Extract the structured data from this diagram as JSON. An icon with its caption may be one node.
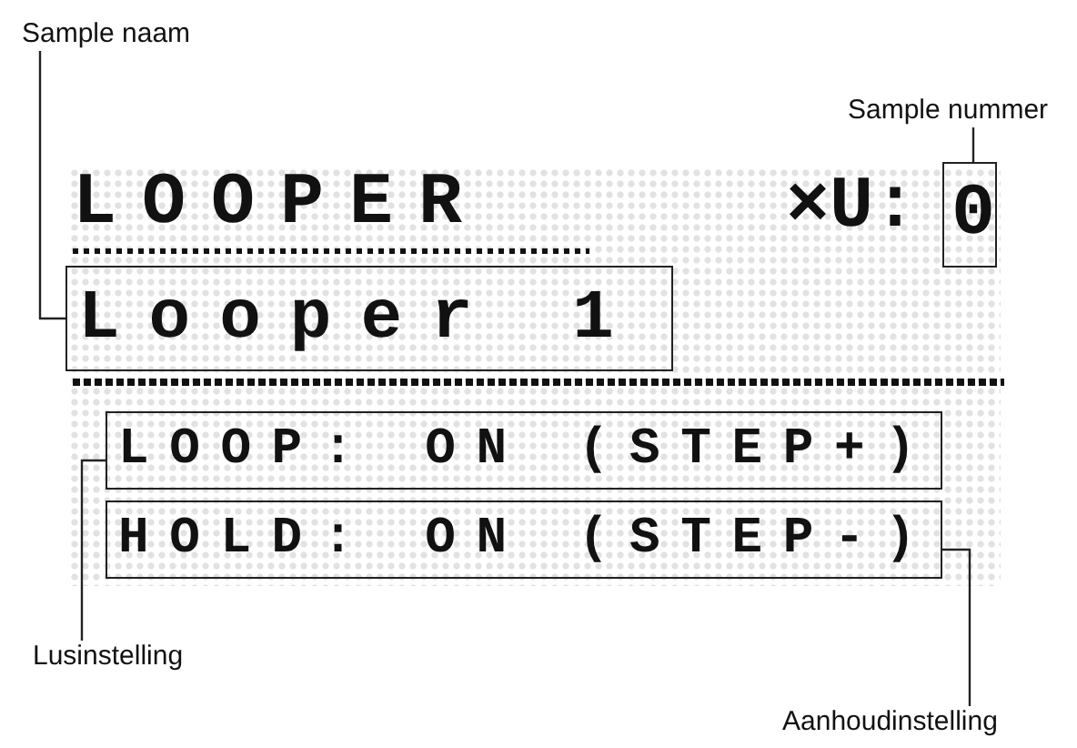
{
  "diagram": {
    "nodes": [
      {
        "text": [
          "Sample naam"
        ]
      },
      {
        "text": [
          "Sample nummer"
        ]
      },
      {
        "text": [
          "0"
        ]
      },
      {
        "text": [
          "Looper 1"
        ]
      },
      {
        "text": [
          "LOOP: ON (STEP+)"
        ]
      },
      {
        "text": [
          "HOLD: ON (STEP-)"
        ]
      },
      {
        "text": [
          "Lusinstelling"
        ]
      },
      {
        "text": [
          "Aanhoudinstelling"
        ]
      }
    ],
    "edges": [
      {
        "from": 0,
        "to": 3,
        "arrow": "none"
      },
      {
        "from": 1,
        "to": 2,
        "arrow": "none"
      },
      {
        "from": 6,
        "to": 4,
        "arrow": "none"
      },
      {
        "from": 7,
        "to": 5,
        "arrow": "none"
      }
    ],
    "labels": [
      "LOOPER",
      "×U:"
    ]
  }
}
